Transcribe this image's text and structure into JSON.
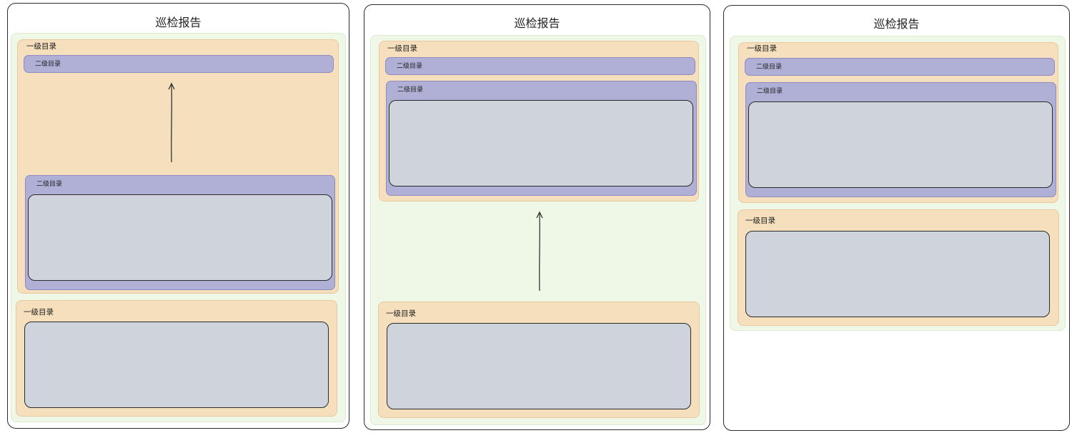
{
  "panels": [
    {
      "title": "巡检报告",
      "sections": [
        {
          "label": "一级目录",
          "children": [
            {
              "label": "二级目录"
            },
            {
              "label": "二级目录"
            }
          ]
        },
        {
          "label": "一级目录"
        }
      ]
    },
    {
      "title": "巡检报告",
      "sections": [
        {
          "label": "一级目录",
          "children": [
            {
              "label": "二级目录"
            },
            {
              "label": "二级目录"
            }
          ]
        },
        {
          "label": "一级目录"
        }
      ]
    },
    {
      "title": "巡检报告",
      "sections": [
        {
          "label": "一级目录",
          "children": [
            {
              "label": "二级目录"
            },
            {
              "label": "二级目录"
            }
          ]
        },
        {
          "label": "一级目录"
        }
      ]
    }
  ]
}
